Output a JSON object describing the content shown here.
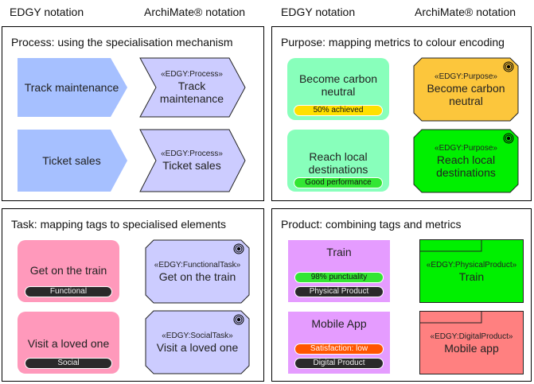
{
  "headers": {
    "left_edgy": "EDGY notation",
    "left_archimate": "ArchiMate® notation",
    "right_edgy": "EDGY notation",
    "right_archimate": "ArchiMate® notation"
  },
  "panels": {
    "process": {
      "title": "Process: using the specialisation mechanism",
      "rows": [
        {
          "edgy_label": "Track maintenance",
          "stereotype": "«EDGY:Process»",
          "archimate_label_1": "Track",
          "archimate_label_2": "maintenance"
        },
        {
          "edgy_label": "Ticket sales",
          "stereotype": "«EDGY:Process»",
          "archimate_label_1": "Ticket sales",
          "archimate_label_2": ""
        }
      ]
    },
    "purpose": {
      "title": "Purpose: mapping metrics to colour encoding",
      "rows": [
        {
          "edgy_label_1": "Become carbon",
          "edgy_label_2": "neutral",
          "metric": "50% achieved",
          "metric_color": "#ffe000",
          "stereotype": "«EDGY:Purpose»",
          "archimate_label_1": "Become carbon",
          "archimate_label_2": "neutral",
          "archimate_color": "#fcc63c"
        },
        {
          "edgy_label_1": "Reach local",
          "edgy_label_2": "destinations",
          "metric": "Good performance",
          "metric_color": "#33e633",
          "stereotype": "«EDGY:Purpose»",
          "archimate_label_1": "Reach local",
          "archimate_label_2": "destinations",
          "archimate_color": "#00f000"
        }
      ]
    },
    "task": {
      "title": "Task: mapping tags to specialised elements",
      "rows": [
        {
          "edgy_label": "Get on the train",
          "tag": "Functional",
          "stereotype": "«EDGY:FunctionalTask»",
          "archimate_label": "Get on the train"
        },
        {
          "edgy_label": "Visit a loved one",
          "tag": "Social",
          "stereotype": "«EDGY:SocialTask»",
          "archimate_label": "Visit a loved one"
        }
      ]
    },
    "product": {
      "title": "Product: combining tags and metrics",
      "rows": [
        {
          "edgy_label": "Train",
          "metric": "98% punctuality",
          "metric_color": "#33e633",
          "metric_text_color": "#111111",
          "tag": "Physical Product",
          "stereotype": "«EDGY:PhysicalProduct»",
          "archimate_label": "Train",
          "archimate_color": "#00f000"
        },
        {
          "edgy_label": "Mobile App",
          "metric": "Satisfaction: low",
          "metric_color": "#ff5500",
          "metric_text_color": "#ffffff",
          "tag": "Digital Product",
          "stereotype": "«EDGY:DigitalProduct»",
          "archimate_label": "Mobile app",
          "archimate_color": "#ff8080"
        }
      ]
    }
  },
  "colors": {
    "process_edgy": "#a6c0ff",
    "process_archimate": "#ccccff",
    "purpose_edgy": "#88ffbb",
    "task_edgy": "#ff99bb",
    "task_archimate": "#ccccff",
    "product_edgy": "#e59cff"
  }
}
